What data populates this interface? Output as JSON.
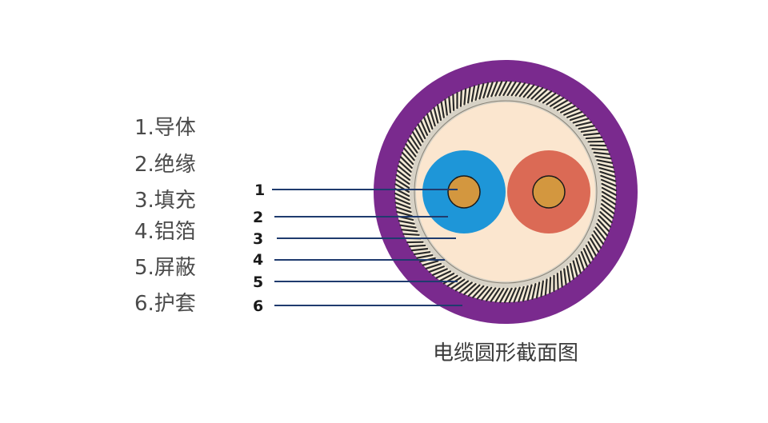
{
  "legend": [
    {
      "label": "1.导体"
    },
    {
      "label": "2.绝缘"
    },
    {
      "label": "3.填充"
    },
    {
      "label": "4.铝箔"
    },
    {
      "label": "5.屏蔽"
    },
    {
      "label": "6.护套"
    }
  ],
  "callouts": [
    "1",
    "2",
    "3",
    "4",
    "5",
    "6"
  ],
  "caption": "电缆圆形截面图",
  "colors": {
    "jacket": "#7a2a8e",
    "shield_light": "#f6ecd8",
    "shield_dark": "#2a2a2a",
    "foil": "#d7d2c6",
    "filler": "#fbe6cf",
    "insulation_1": "#1e96d8",
    "insulation_2": "#db6a55",
    "conductor": "#d3973f",
    "leader_line": "#1f3b6e"
  }
}
